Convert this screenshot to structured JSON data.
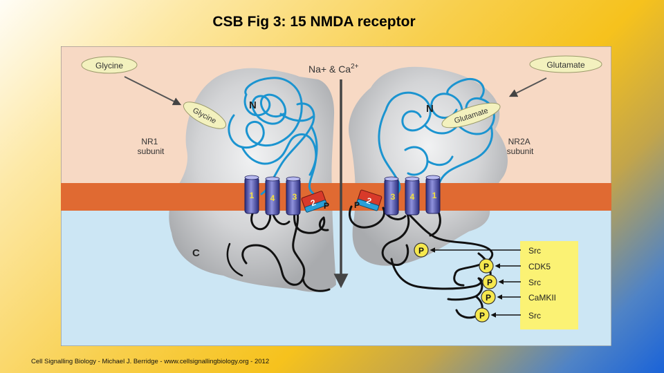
{
  "slide": {
    "title": "CSB Fig 3: 15 NMDA receptor",
    "credit": "Cell Signalling Biology - Michael J. Berridge - www.cellsignallingbiology.org - 2012"
  },
  "diagram": {
    "ions": {
      "main": "Na+ & Ca",
      "superscript": "2+"
    },
    "ligands": {
      "glycine_free": "Glycine",
      "glycine_bound": "Glycine",
      "glutamate_free": "Glutamate",
      "glutamate_bound": "Glutamate"
    },
    "nr1": {
      "n_terminal": "N",
      "c_terminal": "C",
      "label_line1": "NR1",
      "label_line2": "subunit",
      "helices": [
        "1",
        "4",
        "3"
      ],
      "p_loop": "2",
      "phospho": "P"
    },
    "nr2a": {
      "n_terminal": "N",
      "label_line1": "NR2A",
      "label_line2": "subunit",
      "helices": [
        "3",
        "4",
        "1"
      ],
      "p_loop": "2",
      "phospho": "P"
    },
    "phospho_sites": [
      {
        "symbol": "P",
        "kinase": "Src"
      },
      {
        "symbol": "P",
        "kinase": "CDK5"
      },
      {
        "symbol": "P",
        "kinase": "Src"
      },
      {
        "symbol": "P",
        "kinase": "CaMKII"
      },
      {
        "symbol": "P",
        "kinase": "Src"
      }
    ],
    "colors": {
      "extracellular": "#f7d9c4",
      "membrane": "#e06a32",
      "cytoplasm": "#cce6f4",
      "protein": "#c4c6c8",
      "loop_blue": "#1b94d0",
      "ligand_fill": "#f3f1be",
      "kinase_box": "#fbf274",
      "phospho_fill": "#f6e84e"
    }
  }
}
